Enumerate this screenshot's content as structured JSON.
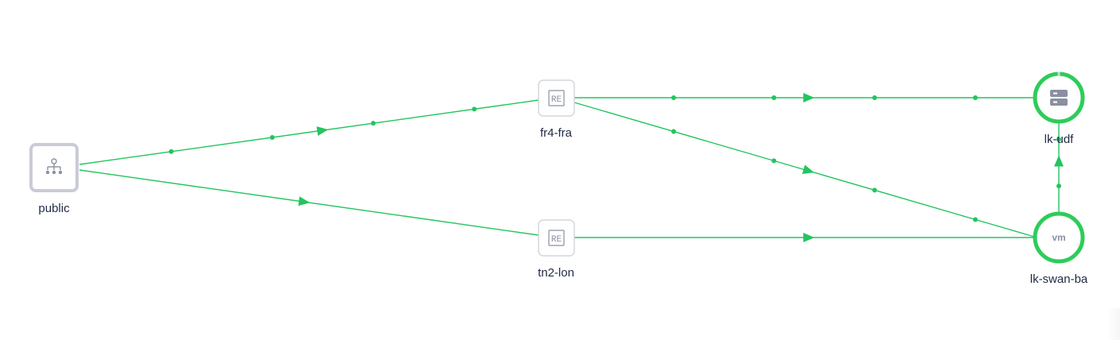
{
  "colors": {
    "edge": "#22c55e",
    "node_border_gray": "#c9ccd6",
    "node_border_light": "#d4d6dc",
    "icon_gray": "#8a90a0",
    "ring_green": "#2ecc5a",
    "ring_gap": "#cfd3d9",
    "label": "#1f2a44"
  },
  "nodes": {
    "public": {
      "label": "public",
      "icon": "network-icon"
    },
    "fr4_fra": {
      "label": "fr4-fra",
      "icon": "re-icon",
      "icon_text": "RE"
    },
    "tn2_lon": {
      "label": "tn2-lon",
      "icon": "re-icon",
      "icon_text": "RE"
    },
    "lk_udf": {
      "label": "lk-udf",
      "icon": "server-icon"
    },
    "lk_swan_ba": {
      "label": "lk-swan-ba",
      "icon": "vm-icon",
      "icon_text": "vm"
    }
  },
  "edges": [
    {
      "from": "public",
      "to": "fr4-fra"
    },
    {
      "from": "public",
      "to": "tn2-lon"
    },
    {
      "from": "fr4-fra",
      "to": "lk-udf"
    },
    {
      "from": "fr4-fra",
      "to": "lk-swan-ba"
    },
    {
      "from": "tn2-lon",
      "to": "lk-swan-ba"
    },
    {
      "from": "lk-swan-ba",
      "to": "lk-udf"
    }
  ]
}
